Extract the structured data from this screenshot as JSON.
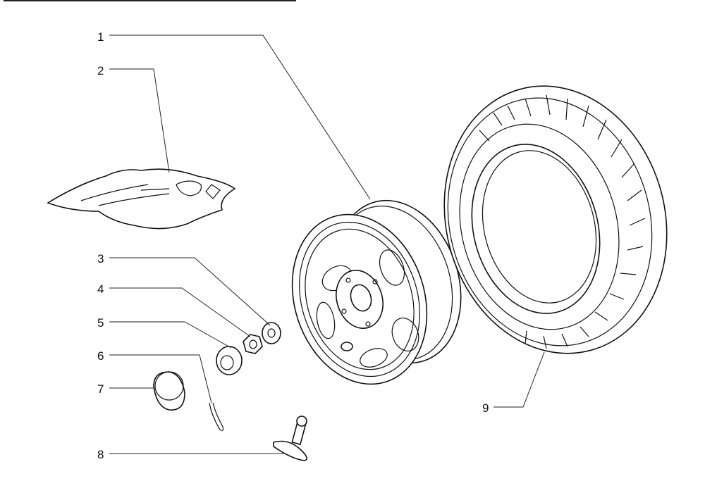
{
  "diagram": {
    "callouts": [
      {
        "number": "1",
        "part": "wheel-rim"
      },
      {
        "number": "2",
        "part": "tool-kit-pouch"
      },
      {
        "number": "3",
        "part": "washer"
      },
      {
        "number": "4",
        "part": "nut"
      },
      {
        "number": "5",
        "part": "castellated-cap"
      },
      {
        "number": "6",
        "part": "cotter-pin"
      },
      {
        "number": "7",
        "part": "hub-cap"
      },
      {
        "number": "8",
        "part": "tire-valve"
      },
      {
        "number": "9",
        "part": "tire"
      }
    ],
    "line_color": "#111111"
  }
}
